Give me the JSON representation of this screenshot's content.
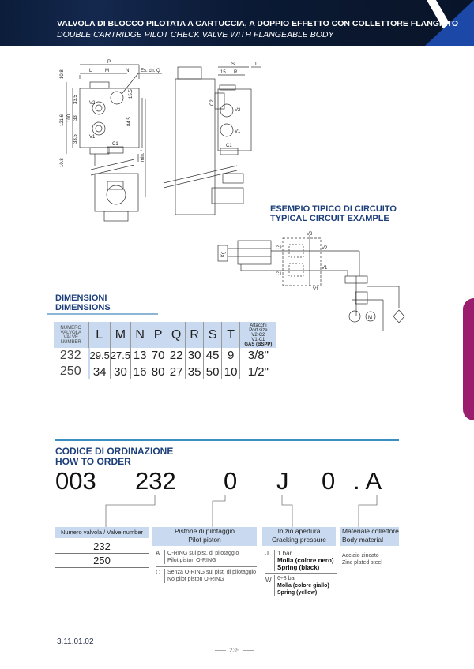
{
  "header": {
    "title_it": "VALVOLA DI BLOCCO PILOTATA A CARTUCCIA, A DOPPIO EFFETTO CON COLLETTORE FLANGIATO",
    "title_en": "DOUBLE CARTRIDGE PILOT CHECK VALVE WITH FLANGEABLE BODY"
  },
  "drawing": {
    "P": "P",
    "L": "L",
    "M": "M",
    "N": "N",
    "Q": "Es. ch. Q",
    "d108a": "10.8",
    "d1216": "121.6",
    "d100": "100",
    "d335a": "33.5",
    "d33": "33",
    "d335b": "33.5",
    "d108b": "10.8",
    "d155": "15.5",
    "d845": "84.5",
    "V2": "V2",
    "V1": "V1",
    "C1": "C1",
    "min": "min. *",
    "S": "S",
    "T": "T",
    "d15": "15",
    "R": "R",
    "C2": "C2",
    "V2s": "V2",
    "V1s": "V1",
    "C1s": "C1"
  },
  "circuit": {
    "title_it": "ESEMPIO TIPICO DI CIRCUITO",
    "title_en": "TYPICAL CIRCUIT EXAMPLE",
    "kg": "Kg",
    "V2top": "V2",
    "C2": "C2",
    "V2": "V2",
    "C1": "C1",
    "V1": "V1",
    "V1bot": "V1",
    "M": "M"
  },
  "dimensions": {
    "title_it": "DIMENSIONI",
    "title_en": "DIMENSIONS",
    "header_num": [
      "NUMERO",
      "VALVOLA",
      "VALVE",
      "NUMBER"
    ],
    "columns": [
      "L",
      "M",
      "N",
      "P",
      "Q",
      "R",
      "S",
      "T"
    ],
    "header_port": [
      "Attacchi",
      "Port size",
      "V2-C2",
      "V1-C1",
      "GAS (BSPP)"
    ],
    "rows": [
      {
        "num": "232",
        "vals": [
          "29.5",
          "27.5",
          "13",
          "70",
          "22",
          "30",
          "45",
          "9"
        ],
        "port": "3/8\""
      },
      {
        "num": "250",
        "vals": [
          "34",
          "30",
          "16",
          "80",
          "27",
          "35",
          "50",
          "10"
        ],
        "port": "1/2\""
      }
    ]
  },
  "order": {
    "title_it": "CODICE DI ORDINAZIONE",
    "title_en": "HOW TO ORDER",
    "code": [
      "003",
      "232",
      "0",
      "J",
      "0",
      ". A"
    ],
    "valve": {
      "label": "Numero valvola / Valve number",
      "options": [
        "232",
        "250"
      ]
    },
    "piston": {
      "label_it": "Pistone di pilotaggio",
      "label_en": "Pilot piston",
      "options": [
        {
          "key": "A",
          "it": "O-RING sul pist. di pilotaggio",
          "en": "Pilot piston O-RING"
        },
        {
          "key": "O",
          "it": "Senza O-RING sul pist. di pilotaggio",
          "en": "No pilot piston O-RING"
        }
      ]
    },
    "cracking": {
      "label_it": "Inizio apertura",
      "label_en": "Cracking pressure",
      "options": [
        {
          "key": "J",
          "p": "1 bar",
          "it": "Molla (colore nero)",
          "en": "Spring (black)"
        },
        {
          "key": "W",
          "p": "6÷8 bar",
          "it": "Molla (colore giallo)",
          "en": "Spring (yellow)"
        }
      ]
    },
    "body": {
      "label_it": "Materiale collettore",
      "label_en": "Body material",
      "it": "Acciaio  zincato",
      "en": "Zinc plated steel"
    }
  },
  "footer": {
    "code": "3.11.01.02",
    "page": "235"
  }
}
